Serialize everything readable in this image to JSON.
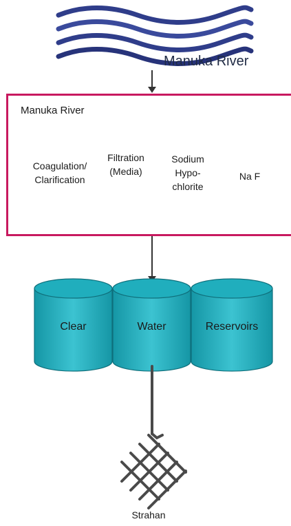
{
  "source": {
    "label": "Manuka River",
    "icon": "river-waves-icon"
  },
  "plant": {
    "label": "Manuka River",
    "stages": [
      {
        "label": "Coagulation/ Clarification",
        "lines": [
          "Coagulation/",
          "Clarification"
        ],
        "color": "#f7a65a"
      },
      {
        "label": "Filtration (Media)",
        "lines": [
          "Filtration",
          "(Media)"
        ],
        "color": "#8e7bb6"
      },
      {
        "label": "Sodium Hypo-chlorite",
        "lines": [
          "Sodium",
          "Hypo-",
          "chlorite"
        ],
        "color": "#f5c21a"
      },
      {
        "label": "Na F",
        "lines": [
          "Na F"
        ],
        "color": "#86cf56"
      }
    ],
    "border_color": "#c8195f"
  },
  "reservoirs": {
    "labels": [
      "Clear",
      "Water",
      "Reservoirs"
    ],
    "color": "#1fa7b6"
  },
  "destination": {
    "label": "Strahan",
    "icon": "distribution-network-icon"
  }
}
